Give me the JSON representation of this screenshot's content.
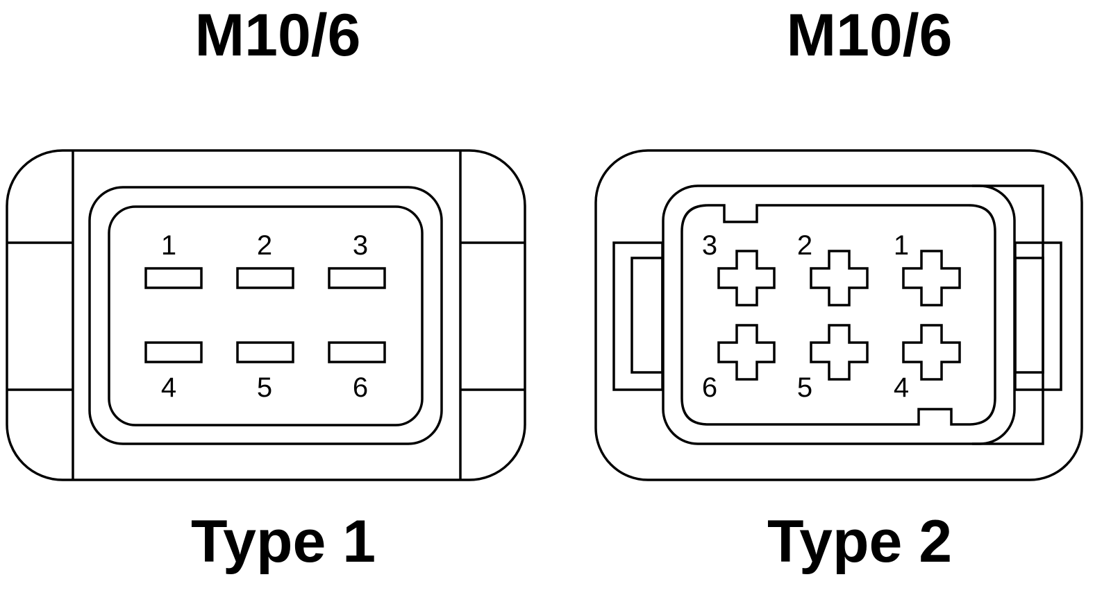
{
  "connectors": {
    "type1": {
      "title": "M10/6",
      "label": "Type 1",
      "pins": [
        "1",
        "2",
        "3",
        "4",
        "5",
        "6"
      ]
    },
    "type2": {
      "title": "M10/6",
      "label": "Type 2",
      "pins": [
        "1",
        "2",
        "3",
        "4",
        "5",
        "6"
      ]
    }
  },
  "colors": {
    "line": "#000000",
    "background": "#ffffff"
  }
}
